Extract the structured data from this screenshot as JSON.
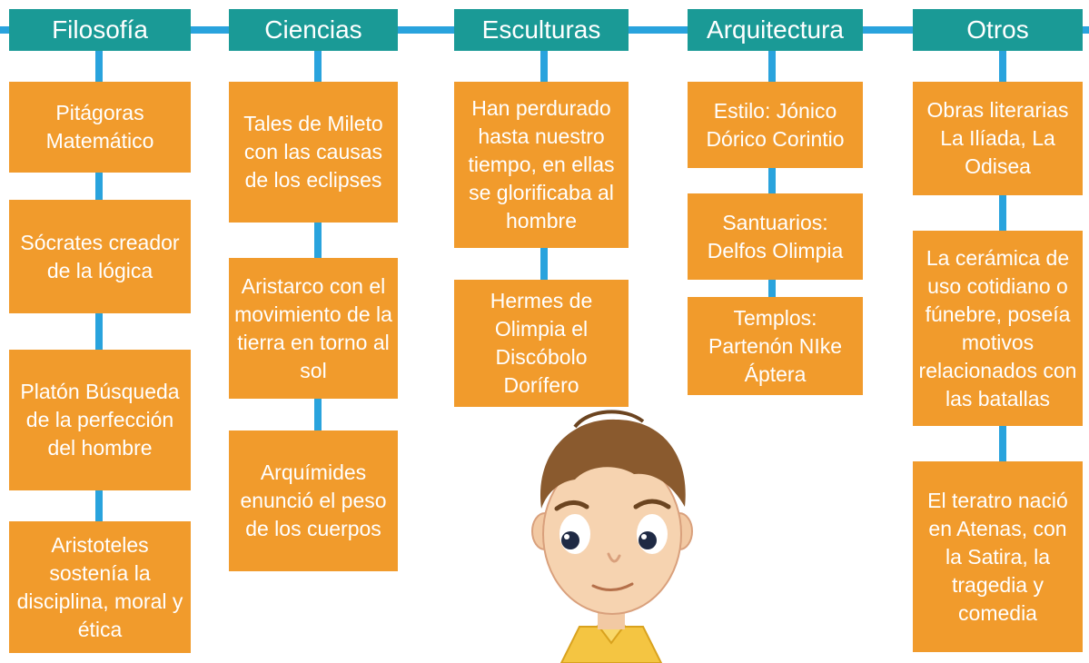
{
  "colors": {
    "header": "#1a9a96",
    "box": "#f19b2c",
    "connector": "#29a3dd",
    "text": "#ffffff"
  },
  "columns": [
    {
      "header": "Filosofía",
      "items": [
        "Pitágoras Matemático",
        "Sócrates creador de la lógica",
        "Platón Búsqueda de la perfección del hombre",
        "Aristoteles sostenía la disciplina, moral y ética"
      ]
    },
    {
      "header": "Ciencias",
      "items": [
        "Tales de Mileto con las causas de los eclipses",
        "Aristarco con el movimiento de la tierra en torno al sol",
        "Arquímides enunció el peso de los cuerpos"
      ]
    },
    {
      "header": "Esculturas",
      "items": [
        "Han perdurado hasta nuestro tiempo, en ellas se glorificaba al hombre",
        "Hermes de Olimpia el Discóbolo Dorífero"
      ]
    },
    {
      "header": "Arquitectura",
      "items": [
        "Estilo: Jónico Dórico Corintio",
        "Santuarios: Delfos Olimpia",
        "Templos: Partenón NIke Áptera"
      ]
    },
    {
      "header": "Otros",
      "items": [
        "Obras literarias La Ilíada, La Odisea",
        "La cerámica de uso cotidiano o fúnebre, poseía motivos relacionados con las batallas",
        "El teratro nació en Atenas, con la Satira, la tragedia y comedia"
      ]
    }
  ],
  "illustration": "cartoon-boy"
}
